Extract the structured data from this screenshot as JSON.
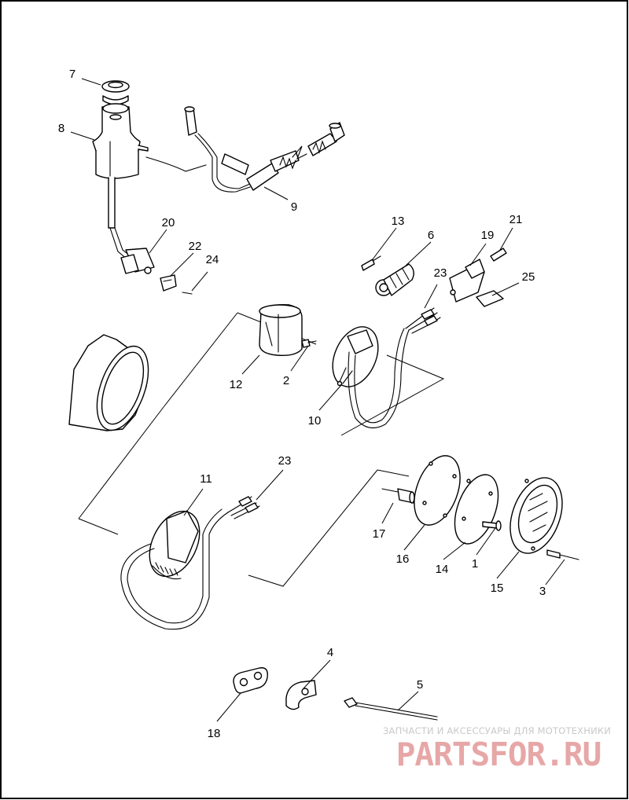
{
  "diagram": {
    "callouts": {
      "n1": "1",
      "n2": "2",
      "n3": "3",
      "n4": "4",
      "n5": "5",
      "n6": "6",
      "n7": "7",
      "n8": "8",
      "n9": "9",
      "n10": "10",
      "n11": "11",
      "n12": "12",
      "n13": "13",
      "n14": "14",
      "n15": "15",
      "n16": "16",
      "n17": "17",
      "n18": "18",
      "n19": "19",
      "n20": "20",
      "n21": "21",
      "n22": "22",
      "n23a": "23",
      "n23b": "23",
      "n24": "24",
      "n25": "25"
    }
  },
  "watermark": {
    "caption": "ЗАПЧАСТИ И АКСЕССУАРЫ ДЛЯ МОТОТЕХНИКИ",
    "brand": "PARTSFOR.RU"
  }
}
